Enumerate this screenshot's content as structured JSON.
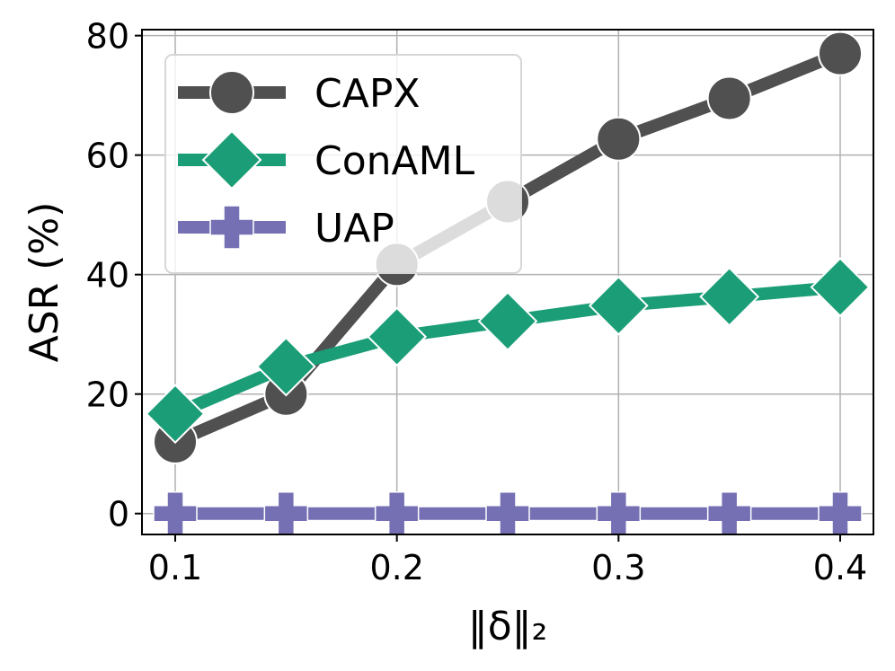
{
  "chart_data": {
    "type": "line",
    "x": [
      0.1,
      0.15,
      0.2,
      0.25,
      0.3,
      0.35,
      0.4
    ],
    "xticks": [
      "0.1",
      "0.2",
      "0.3",
      "0.4"
    ],
    "yticks": [
      "0",
      "20",
      "40",
      "60",
      "80"
    ],
    "xlabel": "‖δ‖₂",
    "ylabel": "ASR (%)",
    "xlim": [
      0.085,
      0.415
    ],
    "ylim": [
      -3.5,
      81
    ],
    "grid": true,
    "legend_position": "upper-left",
    "series": [
      {
        "name": "CAPX",
        "values": [
          12,
          20,
          41.7,
          52.2,
          62.7,
          69.5,
          77
        ],
        "color": "#505050",
        "marker": "circle"
      },
      {
        "name": "ConAML",
        "values": [
          16.7,
          24.6,
          29.6,
          32.2,
          34.8,
          36.3,
          37.9
        ],
        "color": "#1b9e77",
        "marker": "diamond"
      },
      {
        "name": "UAP",
        "values": [
          0,
          0,
          0,
          0,
          0,
          0,
          0
        ],
        "color": "#7570b3",
        "marker": "plus"
      }
    ]
  }
}
